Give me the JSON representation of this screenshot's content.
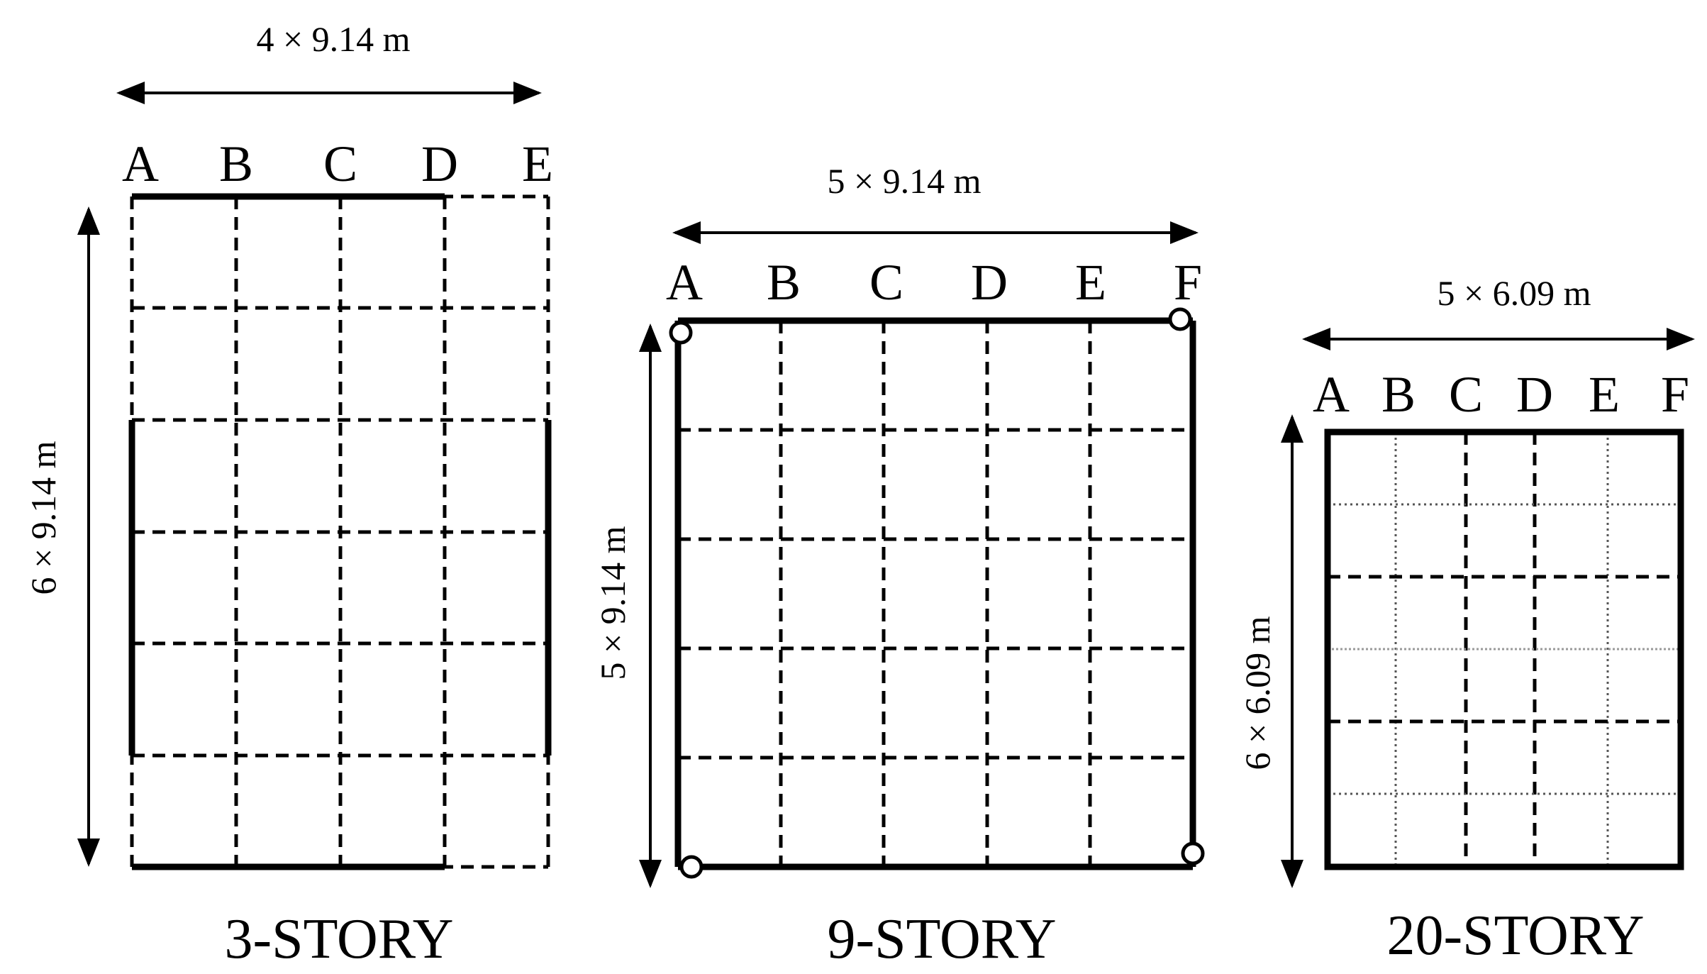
{
  "figures": [
    {
      "id": "three-story",
      "caption": "3-STORY",
      "width_dimension": "4 × 9.14 m",
      "height_dimension": "6 × 9.14 m",
      "grid_labels": [
        "A",
        "B",
        "C",
        "D",
        "E"
      ]
    },
    {
      "id": "nine-story",
      "caption": "9-STORY",
      "width_dimension": "5 × 9.14 m",
      "height_dimension": "5 × 9.14 m",
      "grid_labels": [
        "A",
        "B",
        "C",
        "D",
        "E",
        "F"
      ]
    },
    {
      "id": "twenty-story",
      "caption": "20-STORY",
      "width_dimension": "5 × 6.09 m",
      "height_dimension": "6 × 6.09 m",
      "grid_labels": [
        "A",
        "B",
        "C",
        "D",
        "E",
        "F"
      ]
    }
  ]
}
